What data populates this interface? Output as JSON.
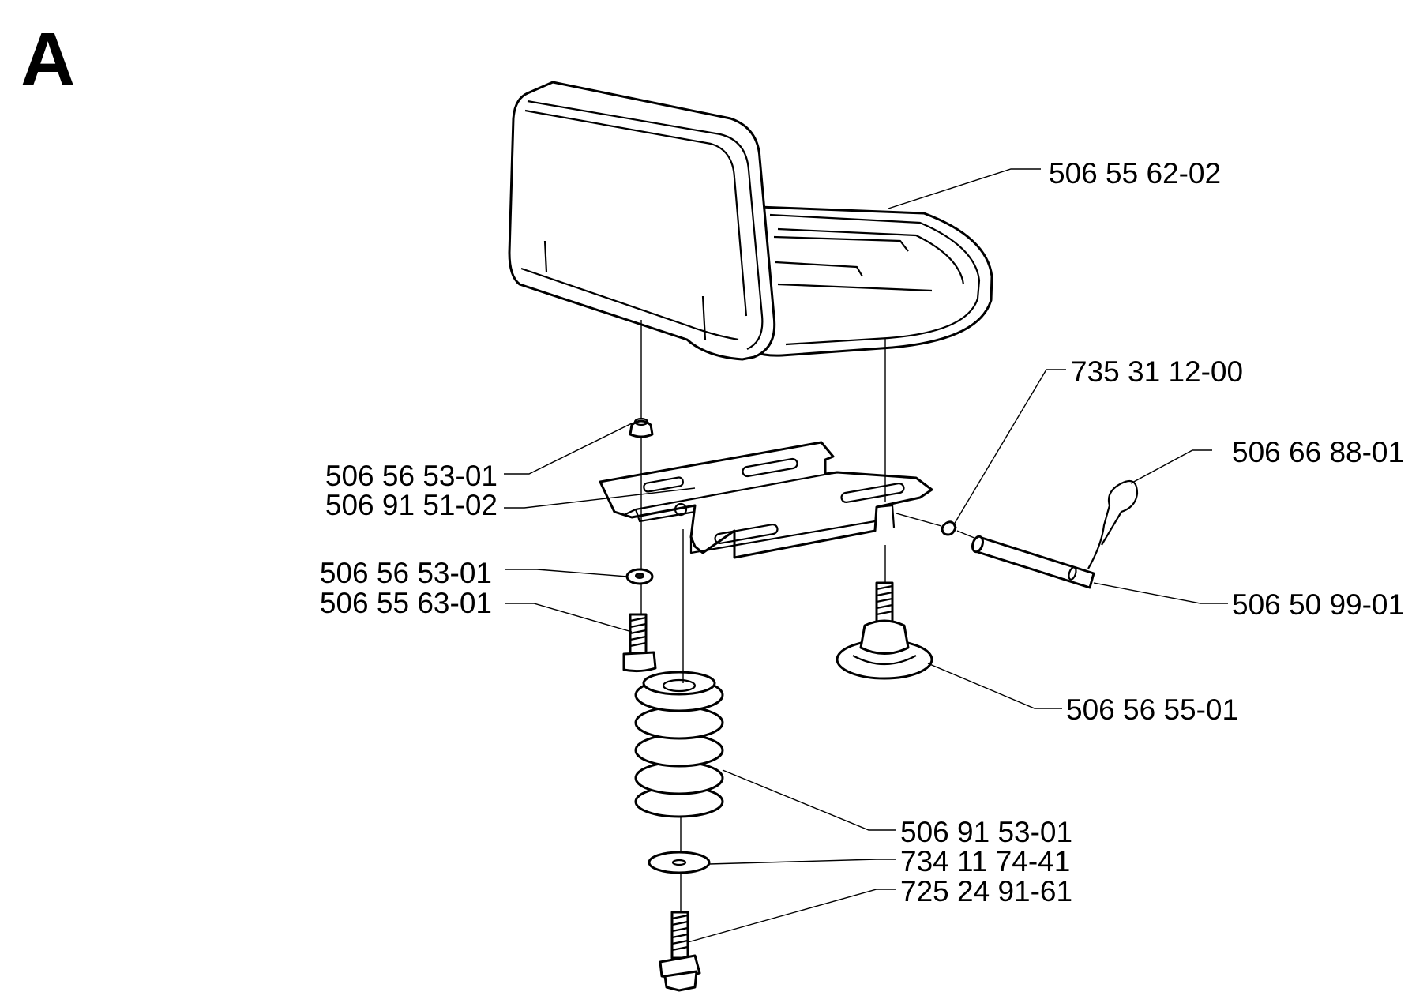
{
  "section_letter": "A",
  "parts": [
    {
      "id": "seat",
      "part_number": "506 55 62-02"
    },
    {
      "id": "clip",
      "part_number": "735 31 12-00"
    },
    {
      "id": "hairpin",
      "part_number": "506 66 88-01"
    },
    {
      "id": "grommet-upper",
      "part_number": "506 56 53-01"
    },
    {
      "id": "bracket",
      "part_number": "506 91 51-02"
    },
    {
      "id": "grommet-lower",
      "part_number": "506 56 53-01"
    },
    {
      "id": "screw",
      "part_number": "506 55 63-01"
    },
    {
      "id": "pin",
      "part_number": "506 50 99-01"
    },
    {
      "id": "knob",
      "part_number": "506 56 55-01"
    },
    {
      "id": "spring",
      "part_number": "506 91 53-01"
    },
    {
      "id": "washer",
      "part_number": "734 11 74-41"
    },
    {
      "id": "bolt",
      "part_number": "725 24 91-61"
    }
  ]
}
